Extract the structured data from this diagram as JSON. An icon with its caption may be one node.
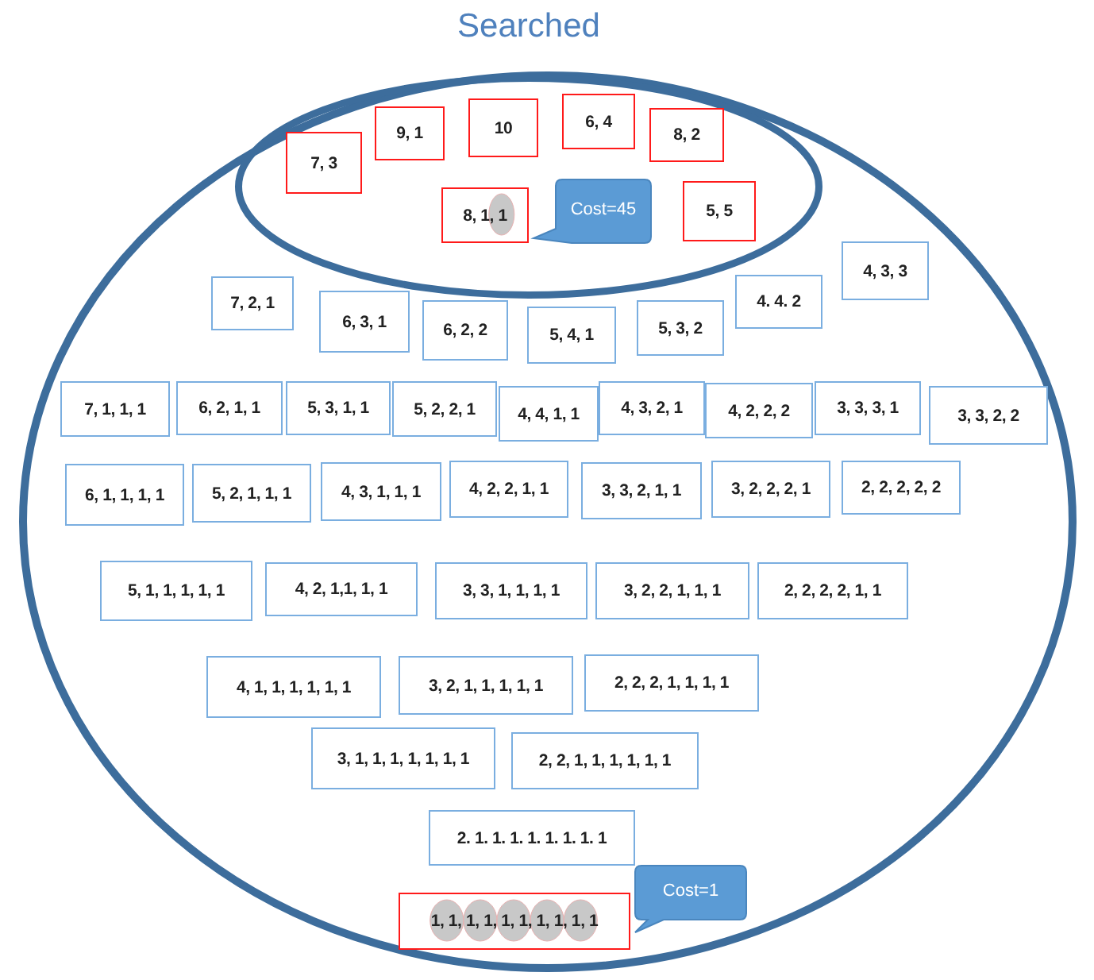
{
  "diagram": {
    "title": "Searched",
    "nodes": [
      {
        "text": [],
        "shape": "circle"
      },
      {
        "text": [],
        "shape": "circle",
        "in": 0
      },
      {
        "text": [
          "7, 3"
        ],
        "in": 1
      },
      {
        "text": [
          "9, 1"
        ],
        "in": 1
      },
      {
        "text": [
          "10"
        ],
        "in": 1
      },
      {
        "text": [
          "6, 4"
        ],
        "in": 1
      },
      {
        "text": [
          "8, 2"
        ],
        "in": 1
      },
      {
        "text": [
          "8, 1, 1"
        ],
        "in": 1
      },
      {
        "text": [
          "Cost=45"
        ],
        "in": 1
      },
      {
        "text": [
          "5, 5"
        ],
        "in": 1
      },
      {
        "text": [
          "7, 2, 1"
        ],
        "in": 0
      },
      {
        "text": [
          "6, 3, 1"
        ],
        "in": 0
      },
      {
        "text": [
          "6, 2, 2"
        ],
        "in": 0
      },
      {
        "text": [
          "5, 4, 1"
        ],
        "in": 0
      },
      {
        "text": [
          "5, 3, 2"
        ],
        "in": 0
      },
      {
        "text": [
          "4. 4. 2"
        ],
        "in": 0
      },
      {
        "text": [
          "4, 3, 3"
        ],
        "in": 0
      },
      {
        "text": [
          "7, 1, 1, 1"
        ],
        "in": 0
      },
      {
        "text": [
          "6, 2, 1, 1"
        ],
        "in": 0
      },
      {
        "text": [
          "5, 3, 1, 1"
        ],
        "in": 0
      },
      {
        "text": [
          "5, 2, 2, 1"
        ],
        "in": 0
      },
      {
        "text": [
          "4, 4, 1, 1"
        ],
        "in": 0
      },
      {
        "text": [
          "4, 3, 2, 1"
        ],
        "in": 0
      },
      {
        "text": [
          "4, 2, 2, 2"
        ],
        "in": 0
      },
      {
        "text": [
          "3, 3, 3, 1"
        ],
        "in": 0
      },
      {
        "text": [
          "3, 3, 2, 2"
        ],
        "in": 0
      },
      {
        "text": [
          "6, 1, 1, 1, 1"
        ],
        "in": 0
      },
      {
        "text": [
          "5, 2, 1, 1, 1"
        ],
        "in": 0
      },
      {
        "text": [
          "4, 3, 1, 1, 1"
        ],
        "in": 0
      },
      {
        "text": [
          "4, 2, 2, 1, 1"
        ],
        "in": 0
      },
      {
        "text": [
          "3, 3, 2, 1, 1"
        ],
        "in": 0
      },
      {
        "text": [
          "3, 2, 2, 2, 1"
        ],
        "in": 0
      },
      {
        "text": [
          "2, 2, 2, 2, 2"
        ],
        "in": 0
      },
      {
        "text": [
          "5, 1, 1, 1, 1, 1"
        ],
        "in": 0
      },
      {
        "text": [
          "4, 2, 1,1, 1, 1"
        ],
        "in": 0
      },
      {
        "text": [
          "3, 3, 1, 1, 1, 1"
        ],
        "in": 0
      },
      {
        "text": [
          "3, 2, 2, 1, 1, 1"
        ],
        "in": 0
      },
      {
        "text": [
          "2, 2, 2, 2, 1, 1"
        ],
        "in": 0
      },
      {
        "text": [
          "4, 1, 1, 1, 1, 1, 1"
        ],
        "in": 0
      },
      {
        "text": [
          "3, 2, 1, 1, 1, 1, 1"
        ],
        "in": 0
      },
      {
        "text": [
          "2, 2, 2, 1, 1, 1, 1"
        ],
        "in": 0
      },
      {
        "text": [
          "3, 1, 1, 1, 1, 1, 1, 1"
        ],
        "in": 0
      },
      {
        "text": [
          "2, 2, 1, 1, 1, 1, 1, 1"
        ],
        "in": 0
      },
      {
        "text": [
          "2. 1. 1. 1. 1. 1. 1. 1. 1"
        ],
        "in": 0
      },
      {
        "text": [
          "1, 1, 1, 1, 1, 1, 1, 1, 1, 1"
        ],
        "in": 0
      },
      {
        "text": [
          "Cost=1"
        ],
        "in": 0
      }
    ]
  }
}
